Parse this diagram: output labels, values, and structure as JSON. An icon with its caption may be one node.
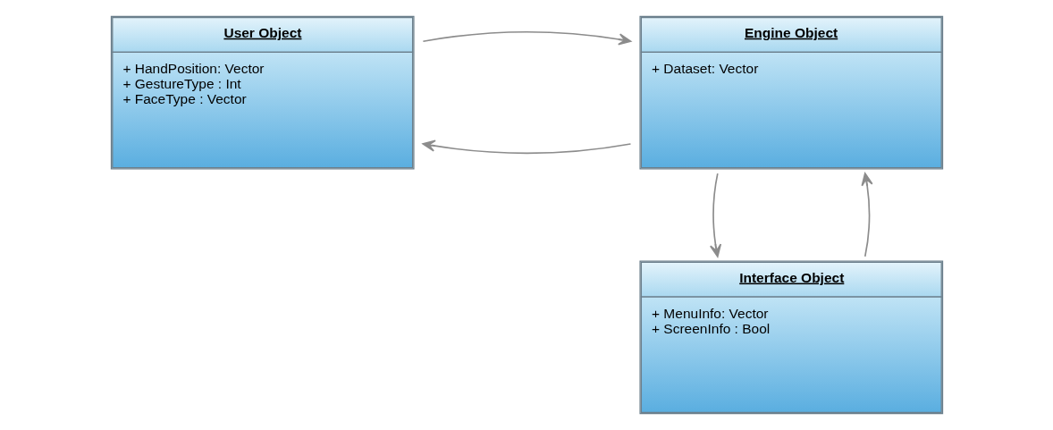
{
  "diagram": {
    "nodes": [
      {
        "text": [
          "User Object",
          "+ HandPosition: Vector",
          "+ GestureType : Int",
          "+ FaceType : Vector"
        ]
      },
      {
        "text": [
          "Engine Object",
          "+ Dataset: Vector"
        ]
      },
      {
        "text": [
          "Interface Object",
          "+ MenuInfo: Vector",
          "+ ScreenInfo : Bool"
        ]
      }
    ],
    "edges": [
      {
        "from": 1,
        "to": 0,
        "arrow": "to"
      },
      {
        "from": 0,
        "to": 1,
        "arrow": "to"
      },
      {
        "from": 1,
        "to": 2,
        "arrow": "to"
      },
      {
        "from": 2,
        "to": 1,
        "arrow": "to"
      }
    ]
  }
}
